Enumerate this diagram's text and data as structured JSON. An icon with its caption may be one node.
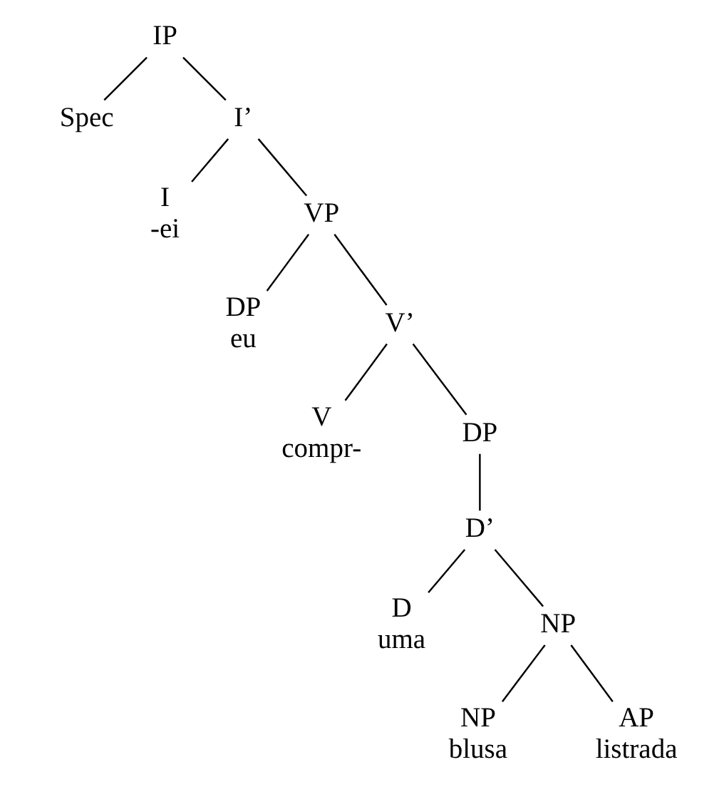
{
  "diagram": {
    "nodes": [
      {
        "text": [
          "IP"
        ]
      },
      {
        "text": [
          "Spec"
        ]
      },
      {
        "text": [
          "I’"
        ]
      },
      {
        "text": [
          "I",
          "-ei"
        ]
      },
      {
        "text": [
          "VP"
        ]
      },
      {
        "text": [
          "DP",
          "eu"
        ]
      },
      {
        "text": [
          "V’"
        ]
      },
      {
        "text": [
          "V",
          "compr-"
        ]
      },
      {
        "text": [
          "DP"
        ]
      },
      {
        "text": [
          "D’"
        ]
      },
      {
        "text": [
          "D",
          "uma"
        ]
      },
      {
        "text": [
          "NP"
        ]
      },
      {
        "text": [
          "NP",
          "blusa"
        ]
      },
      {
        "text": [
          "AP",
          "listrada"
        ]
      }
    ],
    "edges": [
      {
        "from": 0,
        "to": 1,
        "arrow": "none"
      },
      {
        "from": 0,
        "to": 2,
        "arrow": "none"
      },
      {
        "from": 2,
        "to": 3,
        "arrow": "none"
      },
      {
        "from": 2,
        "to": 4,
        "arrow": "none"
      },
      {
        "from": 4,
        "to": 5,
        "arrow": "none"
      },
      {
        "from": 4,
        "to": 6,
        "arrow": "none"
      },
      {
        "from": 6,
        "to": 7,
        "arrow": "none"
      },
      {
        "from": 6,
        "to": 8,
        "arrow": "none"
      },
      {
        "from": 8,
        "to": 9,
        "arrow": "none"
      },
      {
        "from": 9,
        "to": 10,
        "arrow": "none"
      },
      {
        "from": 9,
        "to": 11,
        "arrow": "none"
      },
      {
        "from": 11,
        "to": 12,
        "arrow": "none"
      },
      {
        "from": 11,
        "to": 13,
        "arrow": "none"
      }
    ]
  }
}
